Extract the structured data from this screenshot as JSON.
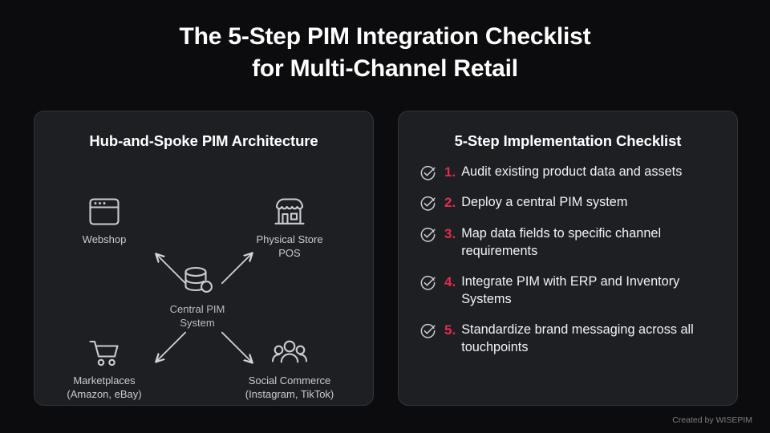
{
  "title": {
    "line1": "The 5-Step PIM Integration Checklist",
    "line2": "for Multi-Channel Retail"
  },
  "left_panel": {
    "heading": "Hub-and-Spoke PIM Architecture",
    "nodes": [
      {
        "id": "webshop",
        "icon": "browser-window-icon",
        "label": "Webshop"
      },
      {
        "id": "store",
        "icon": "storefront-icon",
        "label": "Physical Store\nPOS"
      },
      {
        "id": "central",
        "icon": "database-icon",
        "label": "Central PIM\nSystem"
      },
      {
        "id": "market",
        "icon": "shopping-cart-icon",
        "label": "Marketplaces\n(Amazon, eBay)"
      },
      {
        "id": "social",
        "icon": "users-group-icon",
        "label": "Social Commerce\n(Instagram, TikTok)"
      }
    ]
  },
  "right_panel": {
    "heading": "5-Step Implementation Checklist",
    "items": [
      {
        "number": "1.",
        "text": "Audit existing product data and assets"
      },
      {
        "number": "2.",
        "text": "Deploy a central PIM system"
      },
      {
        "number": "3.",
        "text": "Map data fields to specific channel requirements"
      },
      {
        "number": "4.",
        "text": "Integrate PIM with ERP and Inventory Systems"
      },
      {
        "number": "5.",
        "text": "Standardize brand messaging across all touchpoints"
      }
    ],
    "check_icon": "check-circle-icon"
  },
  "footer": {
    "credit": "Created by WISEPIM"
  },
  "colors": {
    "page_background": "#0c0c0e",
    "panel_background": "#1d1f23",
    "panel_border": "#31343a",
    "accent_red": "#e12c51",
    "text_primary": "#ffffff",
    "text_muted": "#c9cbd0",
    "icon_stroke": "#c9ccd2"
  }
}
